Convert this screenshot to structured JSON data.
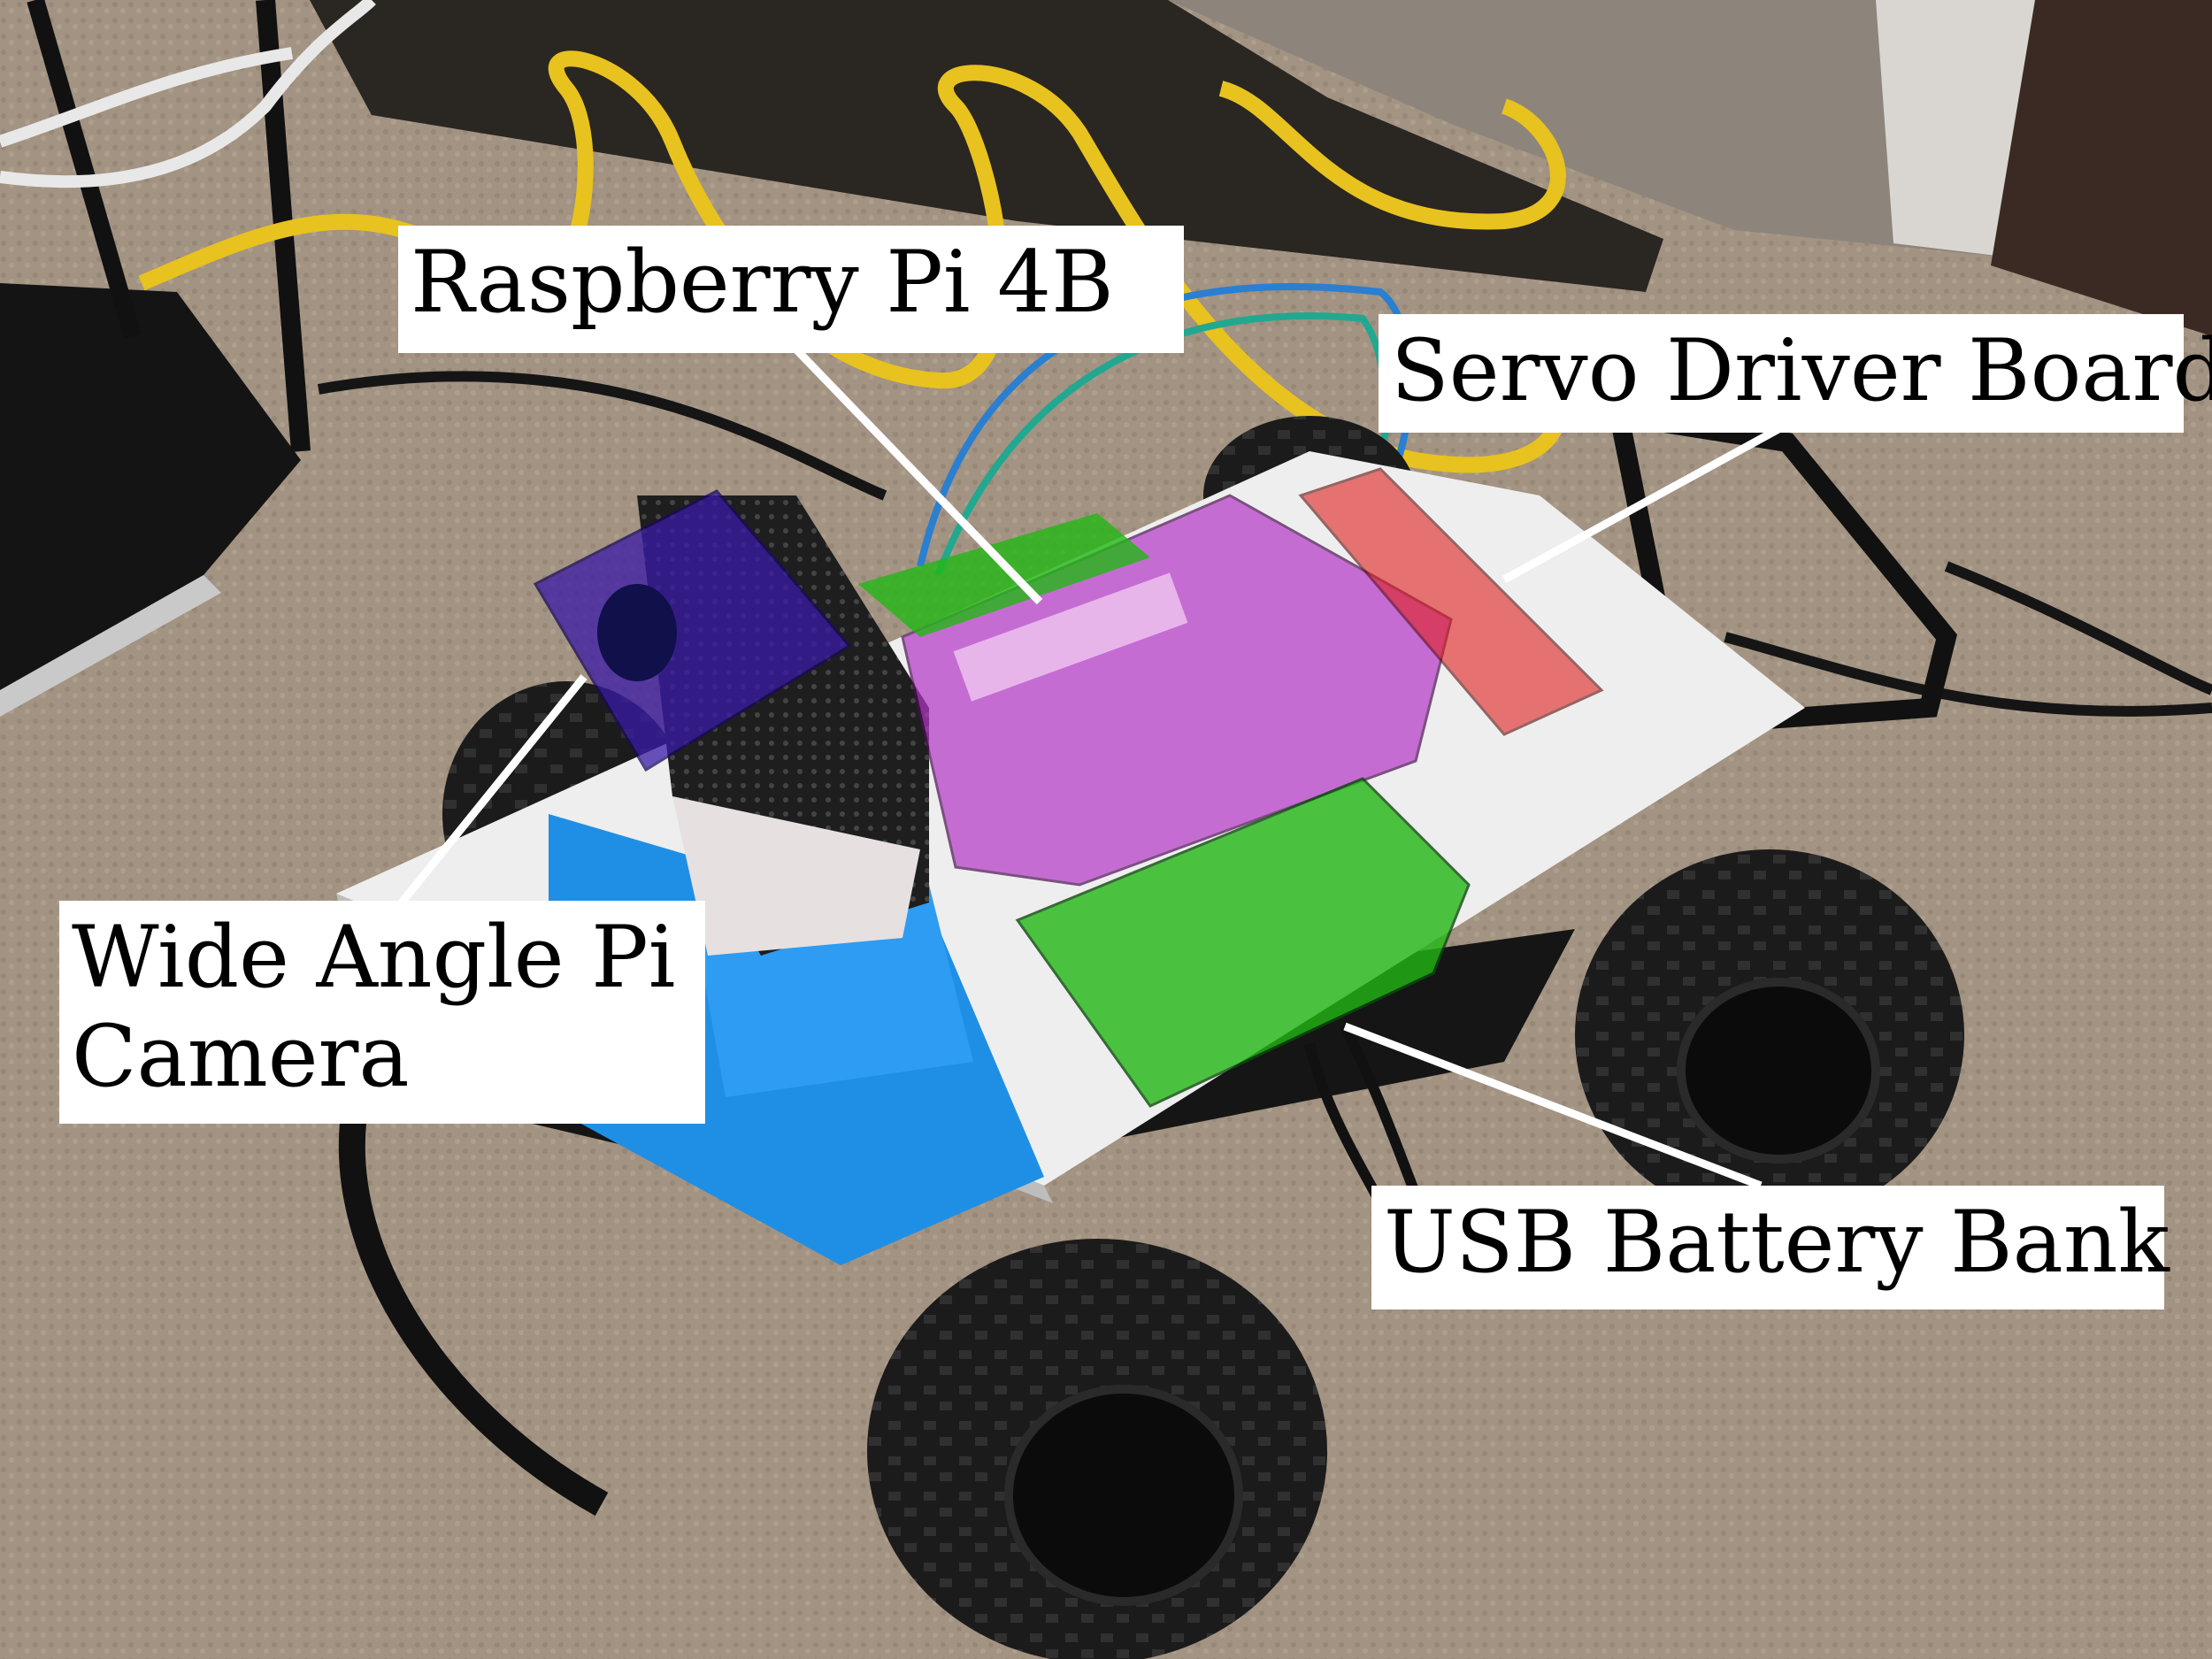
{
  "labels": {
    "raspberry_pi": "Raspberry Pi 4B",
    "servo_driver": "Servo Driver Board",
    "camera_line1": "Wide Angle Pi",
    "camera_line2": "Camera",
    "usb_battery": "USB Battery Bank"
  },
  "colors": {
    "carpet": "#a39382",
    "camera_highlight": "#3a1aa8",
    "raspberry_pi_highlight": "#b536c8",
    "servo_highlight": "#e0201e",
    "battery_highlight": "#22b814",
    "tape": "#1f8fe6",
    "label_bg": "#ffffff"
  }
}
